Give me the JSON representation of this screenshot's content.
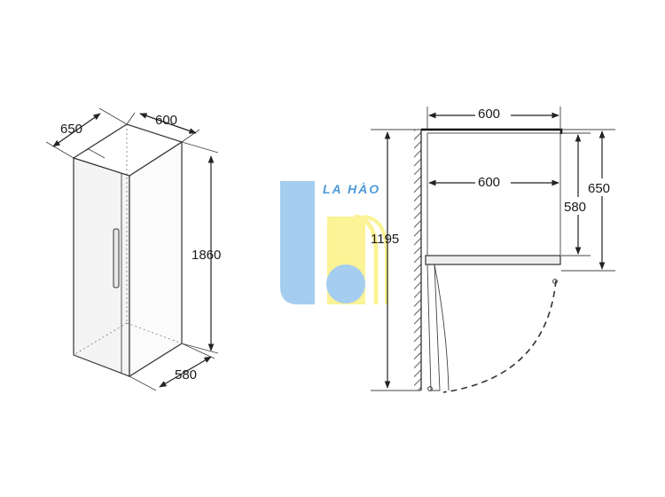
{
  "left_view": {
    "depth": "650",
    "width": "600",
    "height": "1860",
    "bottom_depth": "580"
  },
  "top_view": {
    "overall_width": "600",
    "inner_width": "600",
    "door_clearance": "1195",
    "depth_580": "580",
    "depth_650": "650"
  },
  "watermark": {
    "brand": "LA HÀO",
    "blue": "#9cc8ee",
    "yellow": "#fbf28a"
  }
}
